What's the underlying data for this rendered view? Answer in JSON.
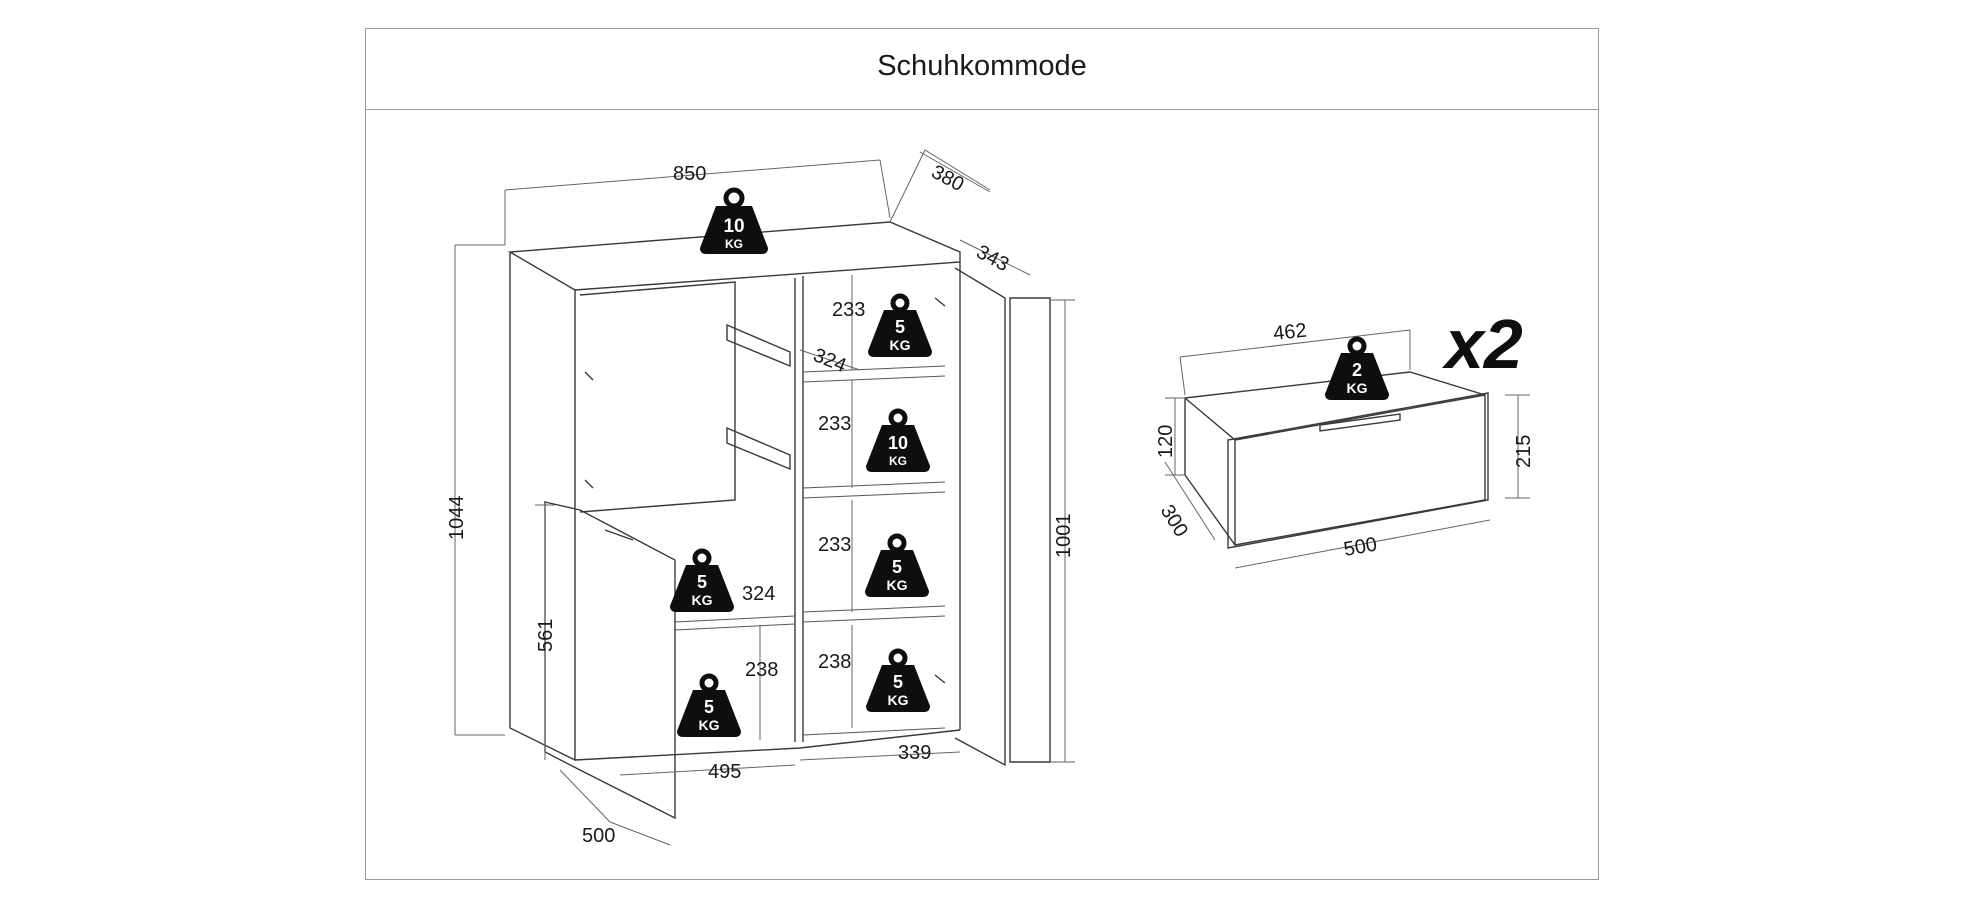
{
  "title": "Schuhkommode",
  "cabinet": {
    "dims": {
      "width": "850",
      "depth": "380",
      "depth_inner": "343",
      "height": "1044",
      "height_right": "1001",
      "door_low_height": "561",
      "door_width": "500",
      "bottom_left": "495",
      "bottom_right": "339",
      "shelf_depth_top": "324",
      "shelf_depth_mid": "324",
      "shelf_h1": "233",
      "shelf_h2": "233",
      "shelf_h3": "233",
      "shelf_h4": "238",
      "shelf_left_h": "238"
    },
    "weights": [
      {
        "value": "10",
        "unit": "KG"
      },
      {
        "value": "5",
        "unit": "KG"
      },
      {
        "value": "10",
        "unit": "KG"
      },
      {
        "value": "5",
        "unit": "KG"
      },
      {
        "value": "5",
        "unit": "KG"
      },
      {
        "value": "5",
        "unit": "KG"
      },
      {
        "value": "5",
        "unit": "KG"
      }
    ]
  },
  "drawer": {
    "dims": {
      "width_top": "462",
      "width_front": "500",
      "height_back": "120",
      "height_front": "215",
      "depth": "300"
    },
    "weight": {
      "value": "2",
      "unit": "KG"
    },
    "multiplier": "x2"
  }
}
